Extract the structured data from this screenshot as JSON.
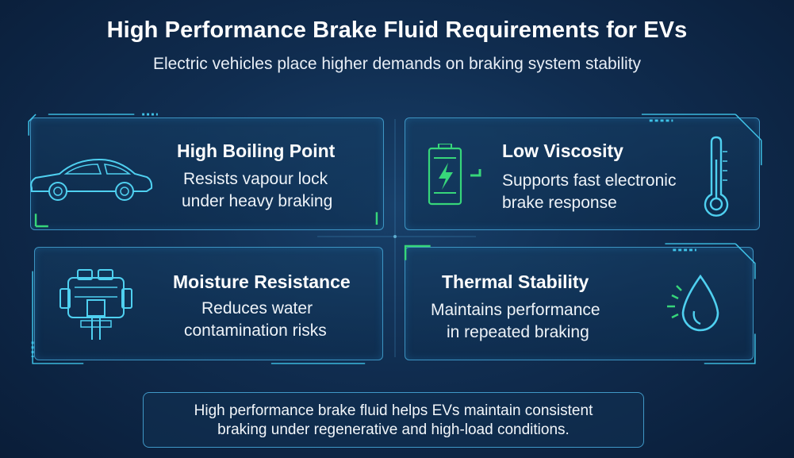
{
  "header": {
    "title": "High Performance Brake Fluid Requirements for EVs",
    "subtitle": "Electric vehicles place higher demands on braking system stability"
  },
  "cards": [
    {
      "title": "High Boiling Point",
      "line1": "Resists vapour lock",
      "line2": "under heavy braking",
      "icon": "car-icon"
    },
    {
      "title": "Low Viscosity",
      "line1": "Supports fast electronic",
      "line2": "brake response",
      "icon": "battery-icon"
    },
    {
      "title": "Moisture Resistance",
      "line1": "Reduces water",
      "line2": "contamination risks",
      "icon": "brake-caliper-icon"
    },
    {
      "title": "Thermal Stability",
      "line1": "Maintains performance",
      "line2": "in repeated braking",
      "icon": "fluid-drop-icon"
    }
  ],
  "footer": {
    "line1": "High performance brake fluid helps EVs maintain consistent",
    "line2": "braking under regenerative and high-load conditions."
  },
  "colors": {
    "accent_cyan": "#3fc3e8",
    "accent_green": "#37d67a",
    "background": "#102d50"
  }
}
